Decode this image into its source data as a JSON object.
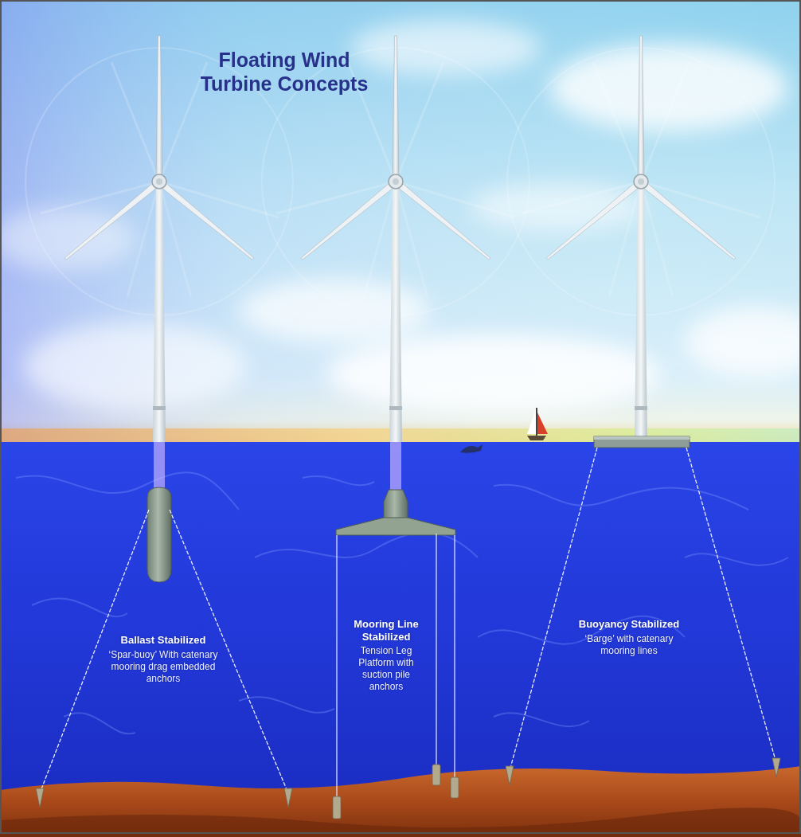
{
  "diagram": {
    "title": "Floating Wind Turbine Concepts",
    "labels": [
      "Ballast Stabilized",
      "‘Spar-buoy’ With catenary mooring drag embedded anchors",
      "Mooring Line Stabilized",
      "Tension Leg Platform with suction pile anchors",
      "Buoyancy Stabilized",
      "‘Barge’ with catenary mooring lines"
    ]
  }
}
